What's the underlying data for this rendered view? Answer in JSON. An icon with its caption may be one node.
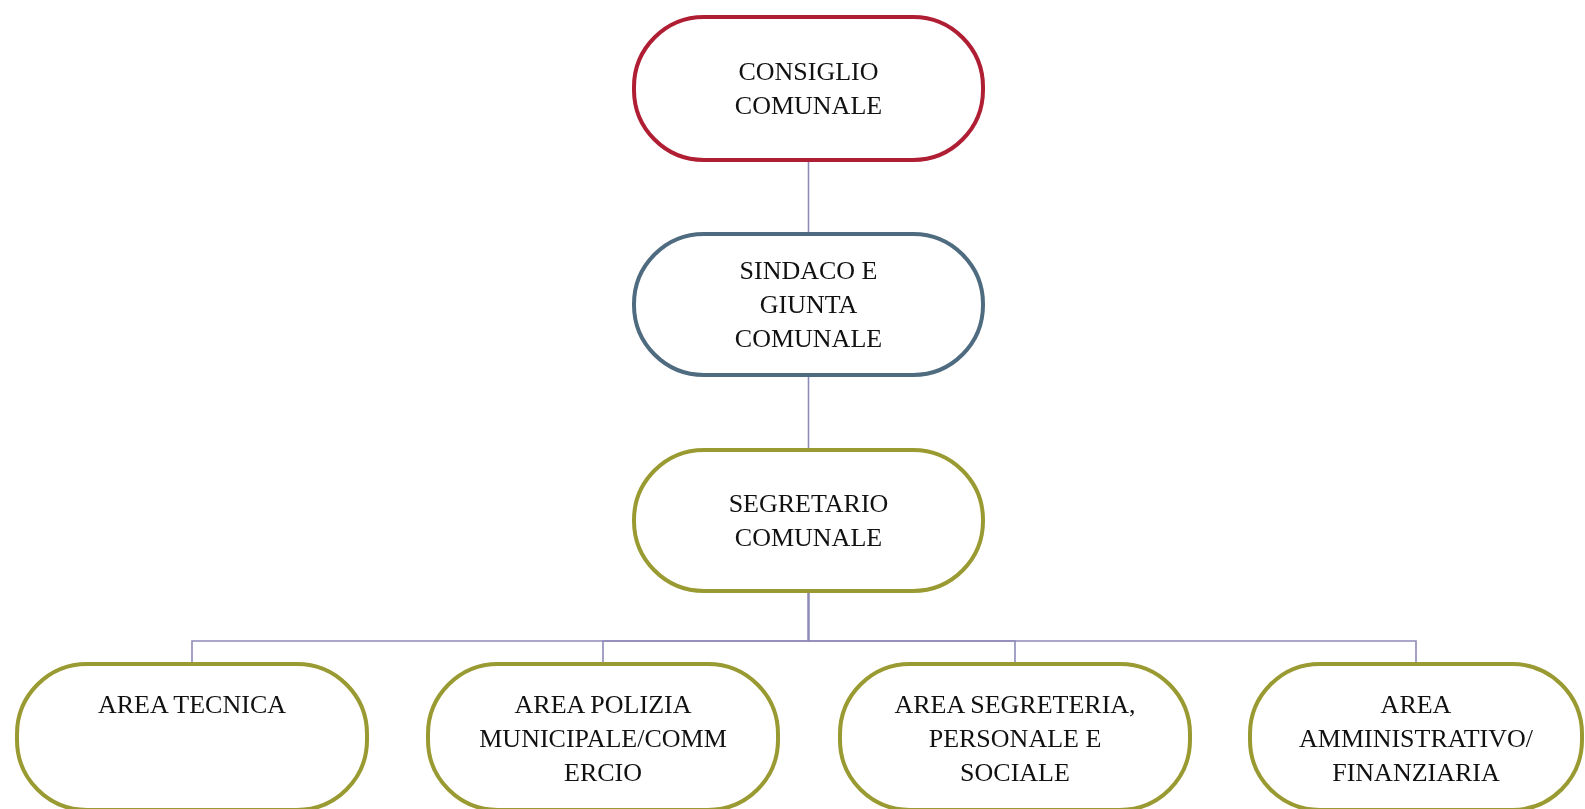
{
  "diagram": {
    "nodes": [
      {
        "text": [
          "CONSIGLIO COMUNALE"
        ]
      },
      {
        "text": [
          "SINDACO E GIUNTA COMUNALE"
        ]
      },
      {
        "text": [
          "SEGRETARIO COMUNALE"
        ]
      },
      {
        "text": [
          "AREA TECNICA"
        ]
      },
      {
        "text": [
          "AREA POLIZIA MUNICIPALE/COMM ERCIO"
        ]
      },
      {
        "text": [
          "AREA SEGRETERIA, PERSONALE E SOCIALE"
        ]
      },
      {
        "text": [
          "AREA AMMINISTRATIVO/ FINANZIARIA"
        ]
      }
    ],
    "edges": [
      {
        "from": 0,
        "to": 1,
        "arrow": "none"
      },
      {
        "from": 1,
        "to": 2,
        "arrow": "none"
      },
      {
        "from": 2,
        "to": 3,
        "arrow": "none"
      },
      {
        "from": 2,
        "to": 4,
        "arrow": "none"
      },
      {
        "from": 2,
        "to": 5,
        "arrow": "none"
      },
      {
        "from": 2,
        "to": 6,
        "arrow": "none"
      }
    ]
  }
}
